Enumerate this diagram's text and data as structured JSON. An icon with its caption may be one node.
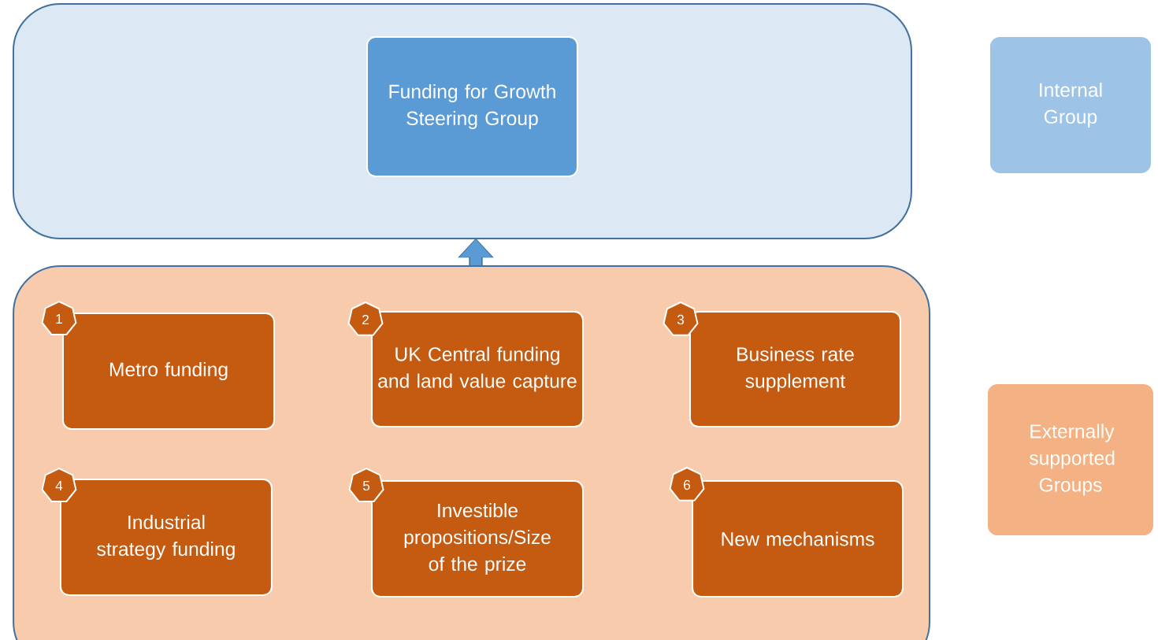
{
  "diagram": {
    "nodes": [
      {
        "text": [],
        "shape": "box"
      },
      {
        "text": [
          "Funding for Growth Steering Group"
        ],
        "in": 0
      },
      {
        "text": [
          "Internal Group"
        ]
      },
      {
        "text": [],
        "shape": "box"
      },
      {
        "text": [
          "1"
        ],
        "in": 3
      },
      {
        "text": [
          "Metro funding"
        ],
        "in": 3
      },
      {
        "text": [
          "2"
        ],
        "in": 3
      },
      {
        "text": [
          "UK Central funding and land value capture"
        ],
        "in": 3
      },
      {
        "text": [
          "3"
        ],
        "in": 3
      },
      {
        "text": [
          "Business rate supplement"
        ],
        "in": 3
      },
      {
        "text": [
          "Externally supported Groups"
        ]
      },
      {
        "text": [
          "4"
        ],
        "in": 3
      },
      {
        "text": [
          "Industrial strategy funding"
        ],
        "in": 3
      },
      {
        "text": [
          "5"
        ],
        "in": 3
      },
      {
        "text": [
          "Investible propositions/Size of the prize"
        ],
        "in": 3
      },
      {
        "text": [
          "6"
        ],
        "in": 3
      },
      {
        "text": [
          "New mechanisms"
        ],
        "in": 3
      }
    ],
    "edges": [
      {
        "from": 3,
        "to": 0,
        "arrow": "to"
      }
    ]
  }
}
